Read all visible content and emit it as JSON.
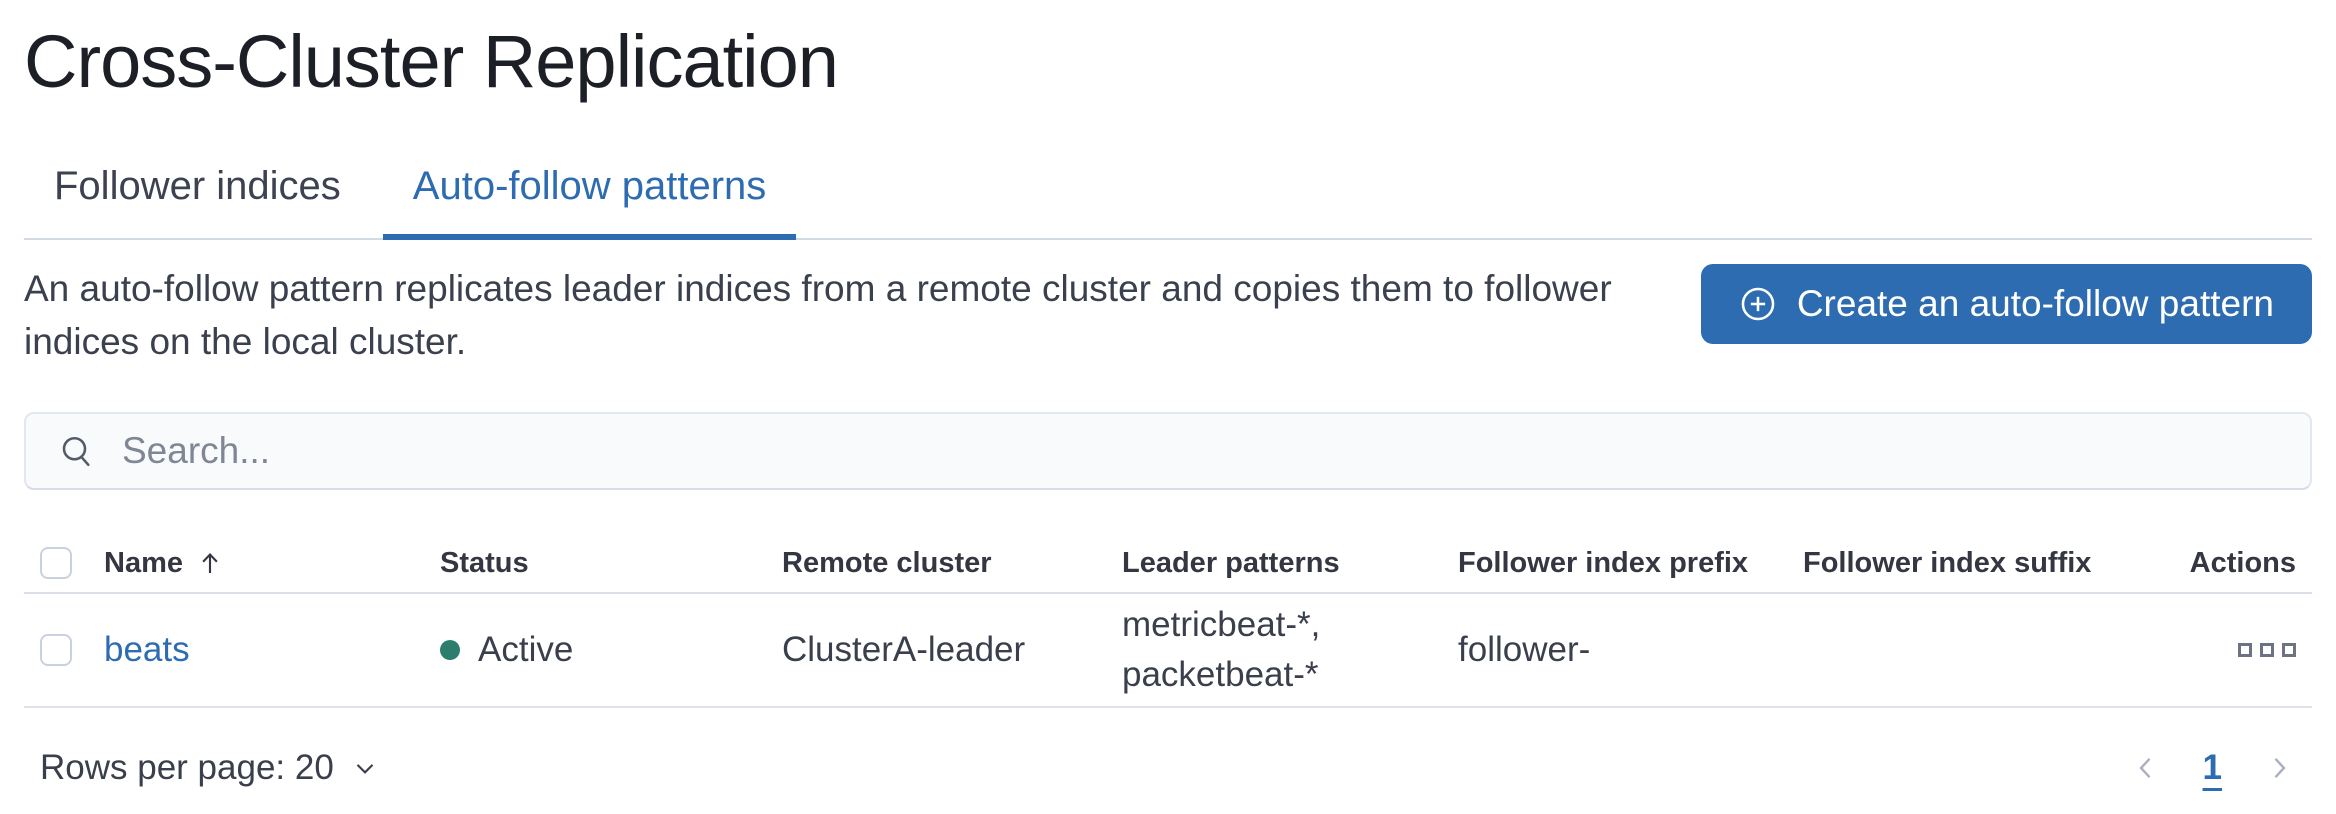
{
  "header": {
    "title": "Cross-Cluster Replication"
  },
  "tabs": {
    "follower": {
      "label": "Follower indices",
      "active": false
    },
    "autofollow": {
      "label": "Auto-follow patterns",
      "active": true
    }
  },
  "intro": {
    "description": "An auto-follow pattern replicates leader indices from a remote cluster and copies them to follower indices on the local cluster.",
    "create_button_label": "Create an auto-follow pattern"
  },
  "search": {
    "placeholder": "Search..."
  },
  "table": {
    "columns": {
      "name": "Name",
      "status": "Status",
      "remote_cluster": "Remote cluster",
      "leader_patterns": "Leader patterns",
      "follower_index_prefix": "Follower index prefix",
      "follower_index_suffix": "Follower index suffix",
      "actions": "Actions"
    },
    "sort": {
      "column": "Name",
      "direction": "ascending"
    },
    "rows": [
      {
        "name": "beats",
        "status_label": "Active",
        "remote_cluster": "ClusterA-leader",
        "leader_patterns_line1": "metricbeat-*,",
        "leader_patterns_line2": "packetbeat-*",
        "follower_index_prefix": "follower-",
        "follower_index_suffix": ""
      }
    ]
  },
  "pagination": {
    "rows_per_page": "Rows per page: 20",
    "page": "1"
  },
  "colors": {
    "accent": "#2e6cb2",
    "status_active_dot": "#2d7d6e",
    "tab_border": "#d3dae6",
    "row_border": "#dde2ec"
  }
}
